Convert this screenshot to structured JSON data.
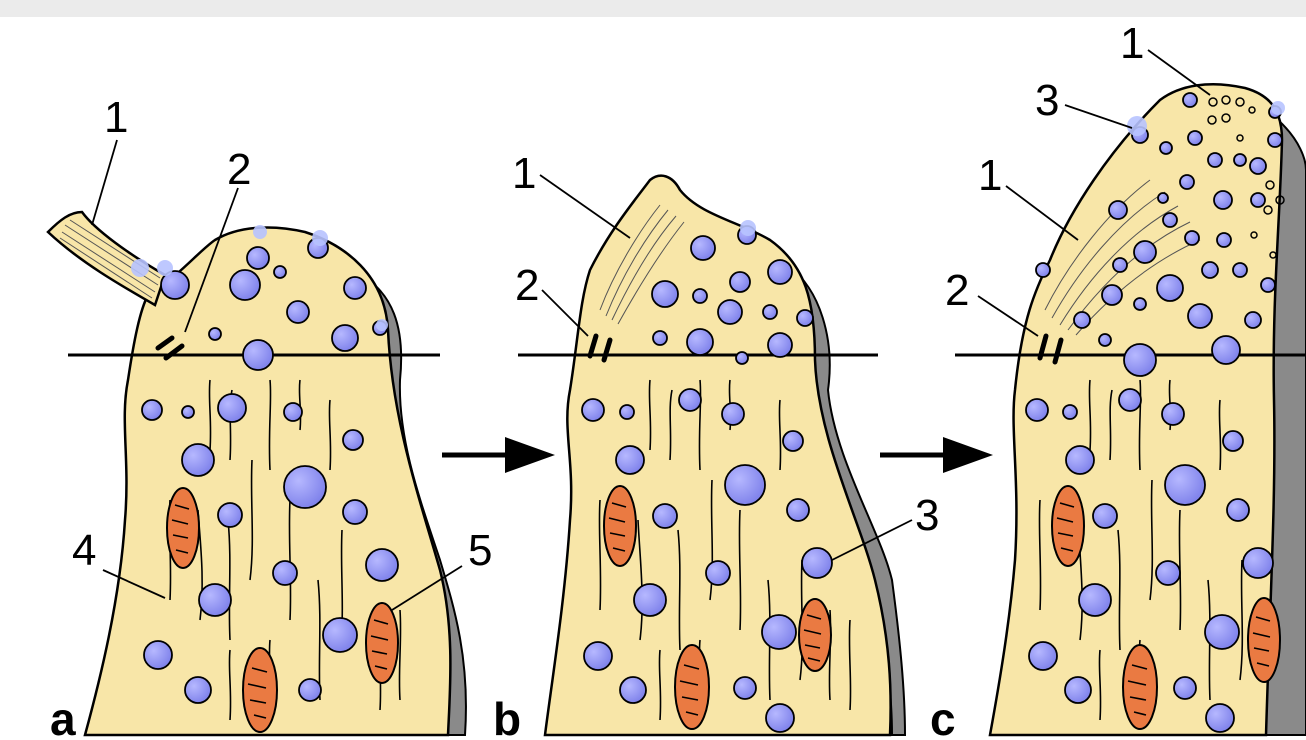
{
  "panels": [
    {
      "letter": "a",
      "labels": [
        "1",
        "2",
        "4",
        "5"
      ]
    },
    {
      "letter": "b",
      "labels": [
        "1",
        "2",
        "3"
      ]
    },
    {
      "letter": "c",
      "labels": [
        "1",
        "3",
        "1",
        "2"
      ]
    }
  ],
  "colors": {
    "cytoplasm": "#f8e6a8",
    "vesicle": "#8c8ef0",
    "mitochondria": "#ea7a42",
    "membrane_shadow": "#8a8a8a",
    "outline": "#000000",
    "top_bar": "#ebebeb"
  },
  "arrows": [
    "right-arrow",
    "right-arrow"
  ]
}
